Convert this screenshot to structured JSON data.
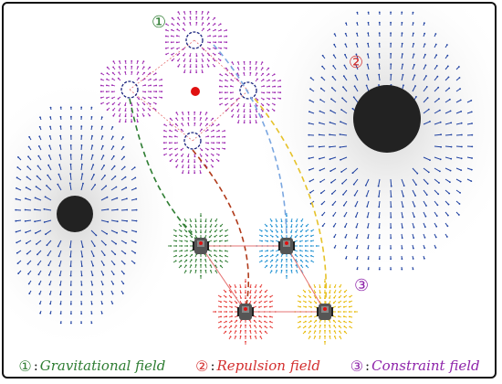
{
  "markers": {
    "m1": "①",
    "m2": "②",
    "m3": "③"
  },
  "legend": {
    "gravitational": {
      "marker": "①",
      "label": "Gravitational field"
    },
    "repulsion": {
      "marker": "②",
      "label": "Repulsion field"
    },
    "constraint": {
      "marker": "③",
      "label": "Constraint field"
    }
  },
  "colors": {
    "gravitational": "#2e7d32",
    "repulsion": "#d32f2f",
    "constraint": "#8e24aa",
    "target_points": "#9c27b0",
    "obstacle": "#222222",
    "obstacle_arrows": "#1e40a0",
    "robot_fields": [
      "#2e7d32",
      "#1b8fd1",
      "#e53935",
      "#e6b800"
    ],
    "paths": [
      "#2e7d32",
      "#b03a1a",
      "#7aa6e0",
      "#e6c229"
    ]
  }
}
